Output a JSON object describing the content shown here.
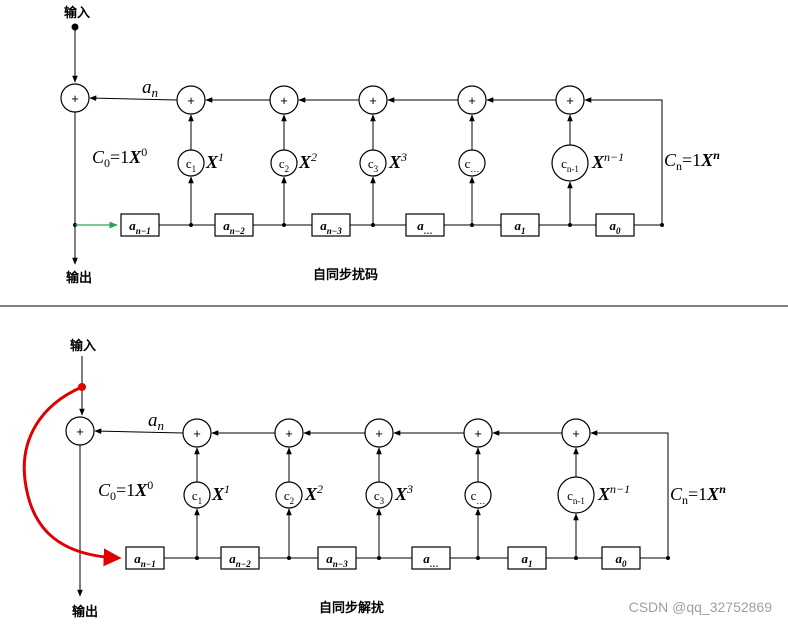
{
  "colors": {
    "line": "#000000",
    "green_arrow": "#2aa35a",
    "red_path": "#e00000",
    "watermark": "#a0a0a0",
    "divider": "#000000"
  },
  "scrambler": {
    "input_label": "输入",
    "output_label": "输出",
    "caption": "自同步扰码",
    "feedback_var": "an",
    "c0_term": "C0=1X0",
    "cn_term": "Cn=1Xn",
    "coef_labels": [
      "c1",
      "c2",
      "c3",
      "c…",
      "cn-1"
    ],
    "power_labels": [
      "X1",
      "X2",
      "X3",
      "Xn−1"
    ],
    "register_labels": [
      "an−1",
      "an−2",
      "an−3",
      "a…",
      "a1",
      "a0"
    ],
    "adder_symbol": "+"
  },
  "descrambler": {
    "input_label": "输入",
    "output_label": "输出",
    "caption": "自同步解扰",
    "feedback_var": "an",
    "c0_term": "C0=1X0",
    "cn_term": "Cn=1Xn",
    "coef_labels": [
      "c1",
      "c2",
      "c3",
      "c…",
      "cn-1"
    ],
    "power_labels": [
      "X1",
      "X2",
      "X3",
      "Xn−1"
    ],
    "register_labels": [
      "an−1",
      "an−2",
      "an−3",
      "a…",
      "a1",
      "a0"
    ],
    "adder_symbol": "+"
  },
  "watermark": "CSDN @qq_32752869"
}
